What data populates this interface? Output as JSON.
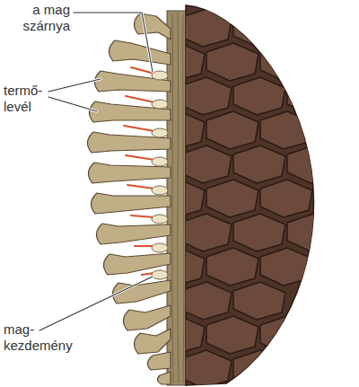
{
  "diagram": {
    "labels": [
      "a mag szárnya",
      "termő- levél",
      "mag- kezdemény"
    ]
  }
}
